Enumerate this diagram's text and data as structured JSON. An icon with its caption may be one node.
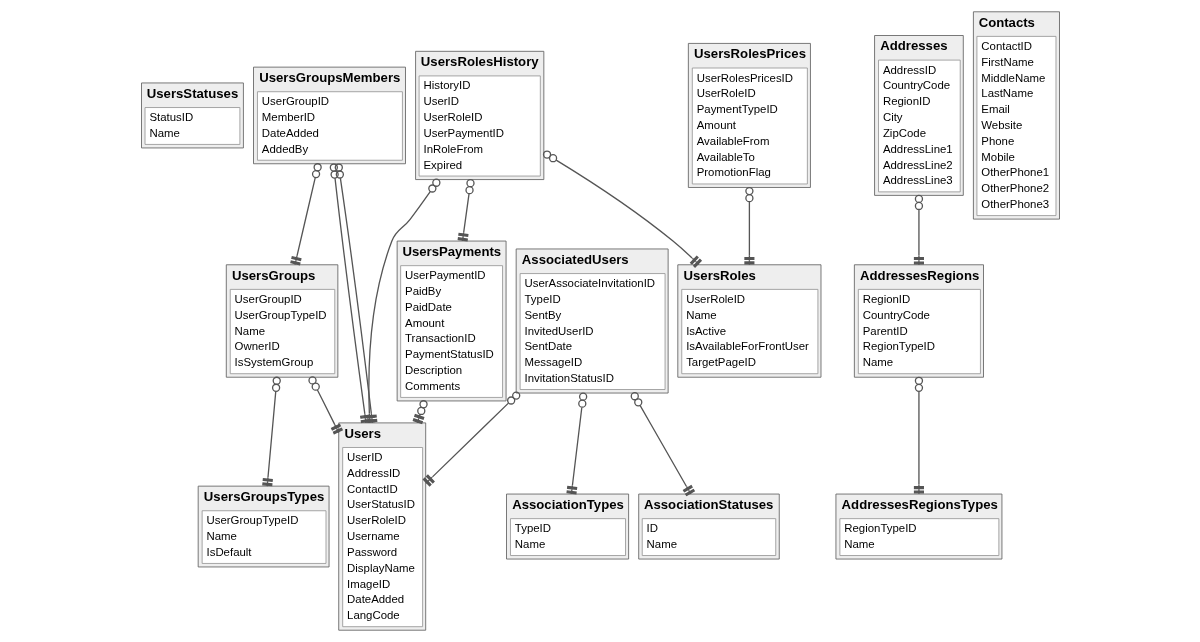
{
  "diagram": {
    "nodes": [
      {
        "text": [
          "UsersStatuses",
          "StatusID",
          "Name"
        ]
      },
      {
        "text": [
          "UsersGroupsMembers",
          "UserGroupID",
          "MemberID",
          "DateAdded",
          "AddedBy"
        ]
      },
      {
        "text": [
          "UsersGroups",
          "UserGroupID",
          "UserGroupTypeID",
          "Name",
          "OwnerID",
          "IsSystemGroup"
        ]
      },
      {
        "text": [
          "UsersGroupsTypes",
          "UserGroupTypeID",
          "Name",
          "IsDefault"
        ]
      },
      {
        "text": [
          "UsersRolesPrices",
          "UserRolesPricesID",
          "UserRoleID",
          "PaymentTypeID",
          "Amount",
          "AvailableFrom",
          "AvailableTo",
          "PromotionFlag"
        ]
      },
      {
        "text": [
          "UsersRoles",
          "UserRoleID",
          "Name",
          "IsActive",
          "IsAvailableForFrontUser",
          "TargetPageID"
        ]
      },
      {
        "text": [
          "Users",
          "UserID",
          "AddressID",
          "ContactID",
          "UserStatusID",
          "UserRoleID",
          "Username",
          "Password",
          "DisplayName",
          "ImageID",
          "DateAdded",
          "LangCode"
        ]
      },
      {
        "text": [
          "AssociatedUsers",
          "UserAssociateInvitationID",
          "TypeID",
          "SentBy",
          "InvitedUserID",
          "SentDate",
          "MessageID",
          "InvitationStatusID"
        ]
      },
      {
        "text": [
          "AssociationTypes",
          "TypeID",
          "Name"
        ]
      },
      {
        "text": [
          "UsersRolesHistory",
          "HistoryID",
          "UserID",
          "UserRoleID",
          "UserPaymentID",
          "InRoleFrom",
          "Expired"
        ]
      },
      {
        "text": [
          "AssociationStatuses",
          "ID",
          "Name"
        ]
      },
      {
        "text": [
          "Addresses",
          "AddressID",
          "CountryCode",
          "RegionID",
          "City",
          "ZipCode",
          "AddressLine1",
          "AddressLine2",
          "AddressLine3"
        ]
      },
      {
        "text": [
          "Contacts",
          "ContactID",
          "FirstName",
          "MiddleName",
          "LastName",
          "Email",
          "Website",
          "Phone",
          "Mobile",
          "OtherPhone1",
          "OtherPhone2",
          "OtherPhone3"
        ]
      },
      {
        "text": [
          "AddressesRegions",
          "RegionID",
          "CountryCode",
          "ParentID",
          "RegionTypeID",
          "Name"
        ]
      },
      {
        "text": [
          "UsersPayments",
          "UserPaymentID",
          "PaidBy",
          "PaidDate",
          "Amount",
          "TransactionID",
          "PaymentStatusID",
          "Description",
          "Comments"
        ]
      },
      {
        "text": [
          "AddressesRegionsTypes",
          "RegionTypeID",
          "Name"
        ]
      }
    ],
    "edges": [
      {
        "from": 4,
        "to": 5,
        "arrow": "other"
      },
      {
        "from": 9,
        "to": 5,
        "arrow": "other"
      },
      {
        "from": 9,
        "to": 14,
        "arrow": "other"
      },
      {
        "from": 9,
        "to": 6,
        "arrow": "other"
      },
      {
        "from": 14,
        "to": 6,
        "arrow": "other"
      },
      {
        "from": 1,
        "to": 6,
        "arrow": "other"
      },
      {
        "from": 1,
        "to": 6,
        "arrow": "other"
      },
      {
        "from": 1,
        "to": 2,
        "arrow": "other"
      },
      {
        "from": 2,
        "to": 6,
        "arrow": "other"
      },
      {
        "from": 2,
        "to": 3,
        "arrow": "other"
      },
      {
        "from": 7,
        "to": 6,
        "arrow": "other"
      },
      {
        "from": 7,
        "to": 8,
        "arrow": "other"
      },
      {
        "from": 7,
        "to": 10,
        "arrow": "other"
      },
      {
        "from": 11,
        "to": 13,
        "arrow": "other"
      },
      {
        "from": 13,
        "to": 15,
        "arrow": "other"
      }
    ]
  }
}
